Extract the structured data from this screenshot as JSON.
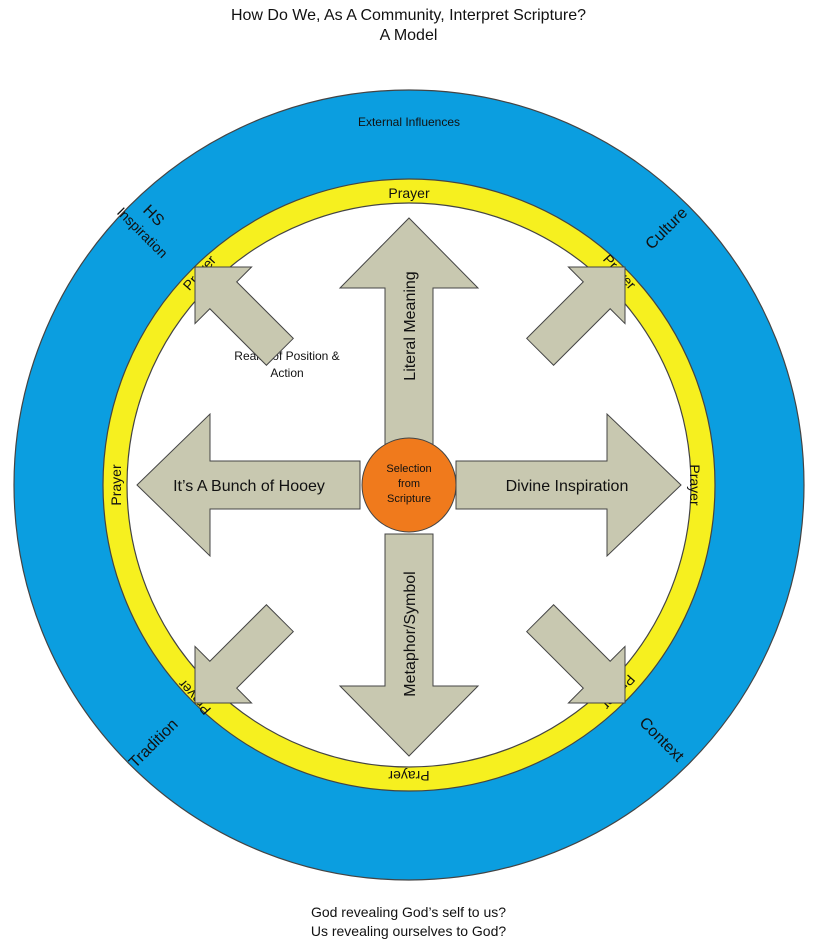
{
  "title": {
    "line1": "How Do We, As A Community, Interpret Scripture?",
    "line2": "A Model"
  },
  "footer": {
    "line1": "God revealing God’s self to us?",
    "line2": "Us revealing ourselves to God?"
  },
  "diagram": {
    "outer_ring_label": "External Influences",
    "inner_label_line1": "Realm of Position &",
    "inner_label_line2": "Action",
    "center_line1": "Selection",
    "center_line2": "from",
    "center_line3": "Scripture",
    "arrows": {
      "up": "Literal Meaning",
      "down": "Metaphor/Symbol",
      "left": "It’s A Bunch of Hooey",
      "right": "Divine Inspiration"
    },
    "influences": {
      "top_left_line1": "HS",
      "top_left_line2": "Inspiration",
      "top_right": "Culture",
      "bottom_left": "Tradition",
      "bottom_right": "Context"
    },
    "ring_labels": {
      "top": "Prayer",
      "top_left": "Prayer",
      "top_right": "Prayer",
      "left": "Prayer",
      "right": "Prayer",
      "bottom_left": "Prayer",
      "bottom_right": "Prayer",
      "bottom": "Prayer"
    },
    "colors": {
      "outer_ring": "#0b9ee0",
      "prayer_ring": "#f6f01f",
      "inner_disc": "#ffffff",
      "arrow_fill": "#c8c8b0",
      "center_circle": "#f07a1c",
      "outline": "#444444"
    }
  }
}
